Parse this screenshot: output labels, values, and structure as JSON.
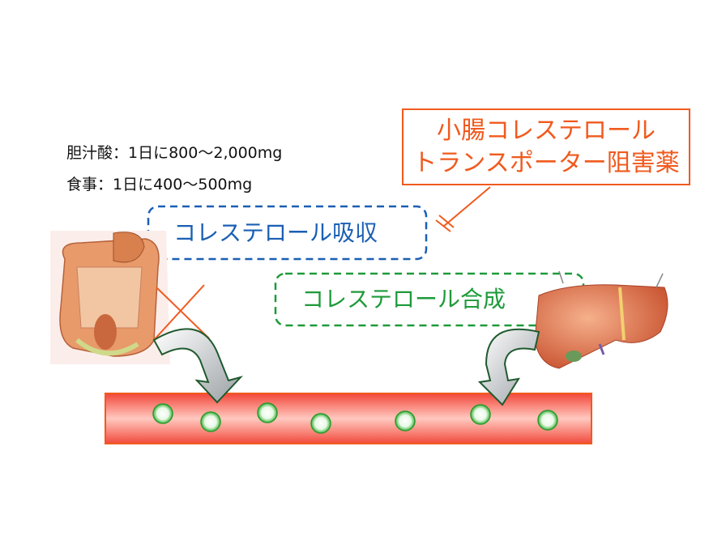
{
  "amounts": {
    "bile_acid": "胆汁酸：1日に800～2,000mg",
    "diet": "食事：1日に400～500mg"
  },
  "drug_box": {
    "line1": "小腸コレステロール",
    "line2": "トランスポーター阻害薬"
  },
  "absorption_label": "コレステロール吸収",
  "synthesis_label": "コレステロール合成",
  "colors": {
    "drug": "#f05a1e",
    "absorption": "#1a5fb4",
    "synthesis": "#1e9a3a",
    "vessel": "#f0463a"
  }
}
